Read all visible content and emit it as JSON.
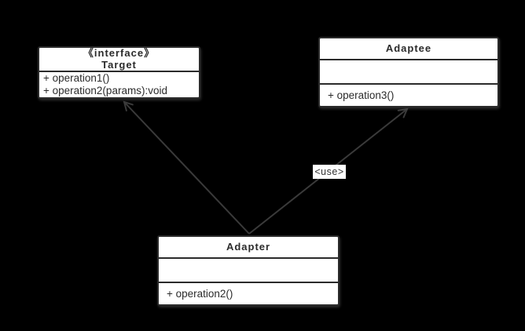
{
  "diagram": {
    "kind": "uml-class-diagram",
    "colors": {
      "background": "#000000",
      "box_fill": "#ffffff",
      "box_border": "#2b2b2b",
      "edge_line": "#3a3a3a",
      "text": "#2b2b2b"
    }
  },
  "classes": {
    "target": {
      "stereotype": "《interface》",
      "name": "Target",
      "attributes": [],
      "methods": [
        "+ operation1()",
        "+ operation2(params):void"
      ]
    },
    "adaptee": {
      "name": "Adaptee",
      "attributes": [],
      "methods": [
        "+ operation3()"
      ]
    },
    "adapter": {
      "name": "Adapter",
      "attributes": [],
      "methods": [
        "+ operation2()"
      ]
    }
  },
  "edges": {
    "adapter_to_target": {
      "style": "solid-open-arrow"
    },
    "adapter_to_adaptee": {
      "style": "solid-open-arrow",
      "label": "<use>"
    }
  }
}
